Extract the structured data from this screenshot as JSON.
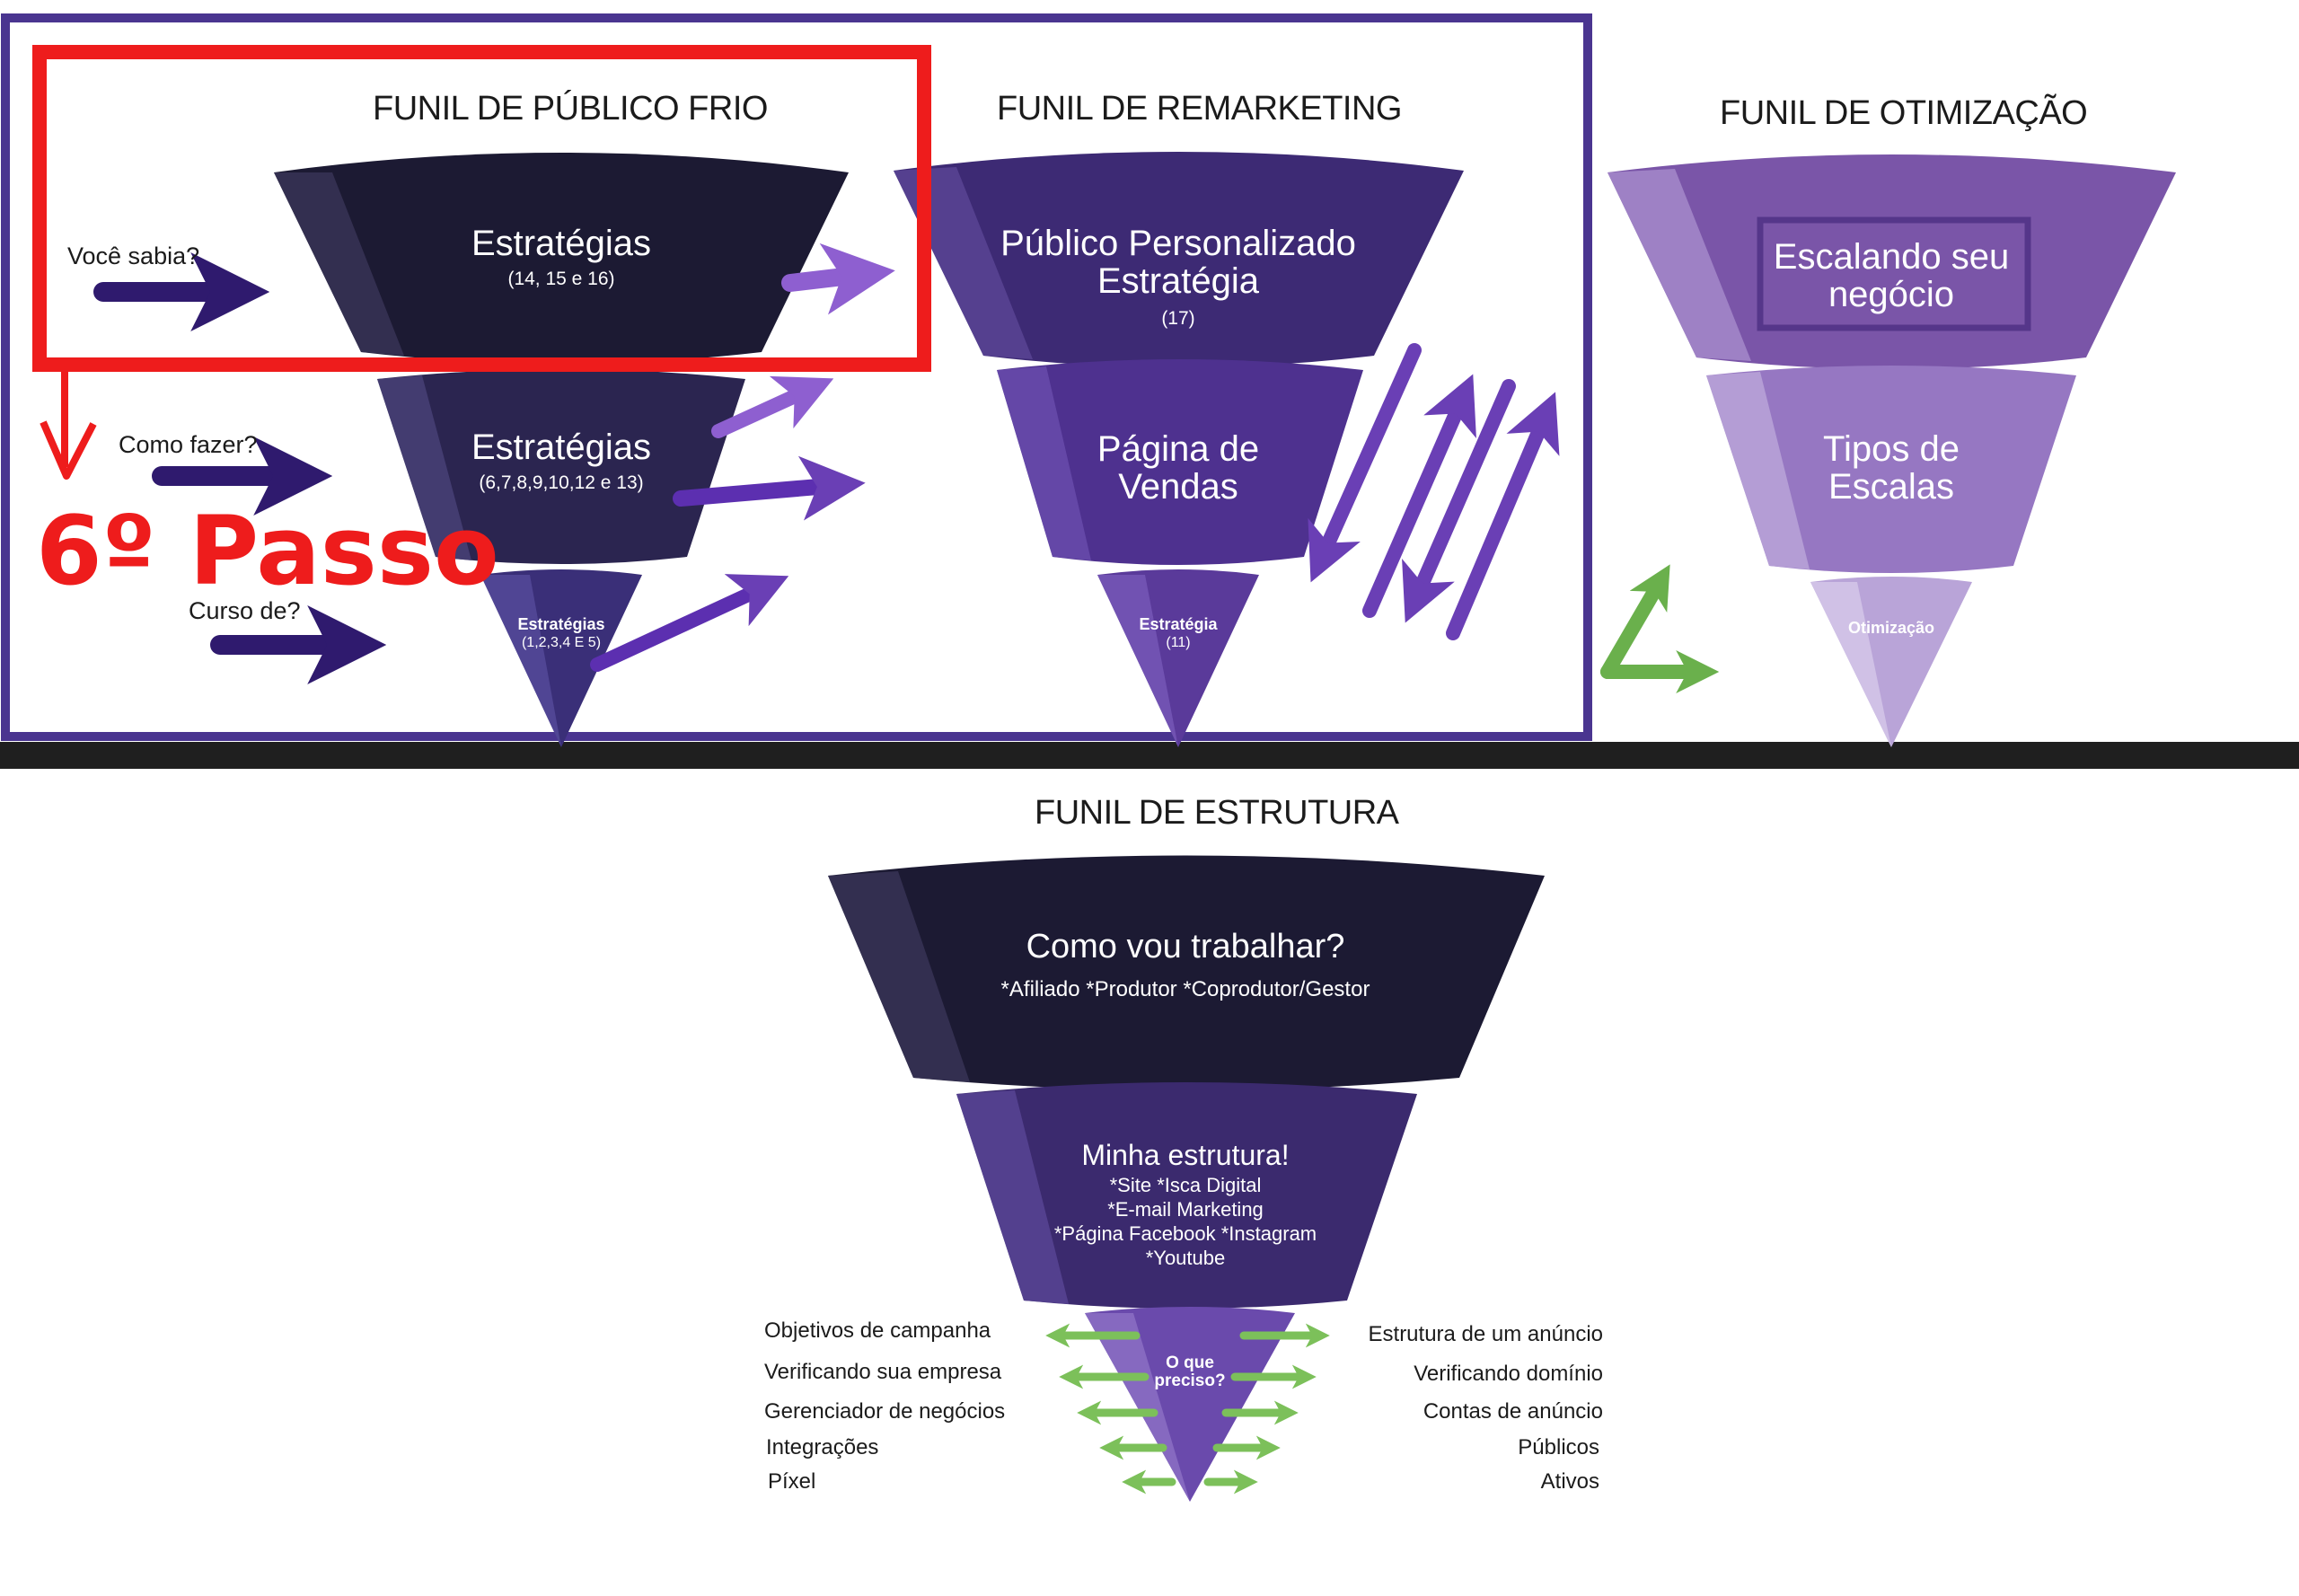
{
  "funnels": {
    "frio": {
      "title": "FUNIL DE PÚBLICO FRIO",
      "top": {
        "label": "Estratégias",
        "sub": "(14, 15 e 16)"
      },
      "mid": {
        "label": "Estratégias",
        "sub": "(6,7,8,9,10,12 e 13)"
      },
      "tip": {
        "label": "Estratégias",
        "sub": "(1,2,3,4 E 5)"
      },
      "side_labels": [
        "Você sabia?",
        "Como fazer?",
        "Curso de?"
      ]
    },
    "remarketing": {
      "title": "FUNIL DE REMARKETING",
      "top": {
        "line1": "Público Personalizado",
        "line2": "Estratégia",
        "sub": "(17)"
      },
      "mid": {
        "line1": "Página de",
        "line2": "Vendas"
      },
      "tip": {
        "label": "Estratégia",
        "sub": "(11)"
      }
    },
    "otimizacao": {
      "title": "FUNIL DE OTIMIZAÇÃO",
      "top": {
        "line1": "Escalando seu",
        "line2": "negócio"
      },
      "mid": {
        "line1": "Tipos de",
        "line2": "Escalas"
      },
      "tip": {
        "label": "Otimização"
      }
    },
    "estrutura": {
      "title": "FUNIL DE ESTRUTURA",
      "top": {
        "label": "Como vou trabalhar?",
        "sub": "*Afiliado *Produtor *Coprodutor/Gestor"
      },
      "mid": {
        "label": "Minha estrutura!",
        "lines": [
          "*Site *Isca Digital",
          "*E-mail Marketing",
          "*Página Facebook *Instagram",
          "*Youtube"
        ]
      },
      "tip": {
        "line1": "O que",
        "line2": "preciso?"
      },
      "left_items": [
        "Objetivos de campanha",
        "Verificando sua empresa",
        "Gerenciador de negócios",
        "Integrações",
        "Píxel"
      ],
      "right_items": [
        "Estrutura de um anúncio",
        "Verificando domínio",
        "Contas de anúncio",
        "Públicos",
        "Ativos"
      ]
    }
  },
  "annotation": {
    "step_label": "6º Passo",
    "highlight_color": "#ee1c1c"
  },
  "colors": {
    "frame": "#4a3590",
    "dark_funnel": "#1c1a33",
    "mid_funnel": "#3b2a6e",
    "remarketing": "#4e318f",
    "otimizacao": "#8c6bb8",
    "arrow_dark": "#2f1a6e",
    "arrow_violet": "#6a3fb5",
    "arrow_green": "#6ab04c",
    "divider": "#1f1f1f"
  }
}
